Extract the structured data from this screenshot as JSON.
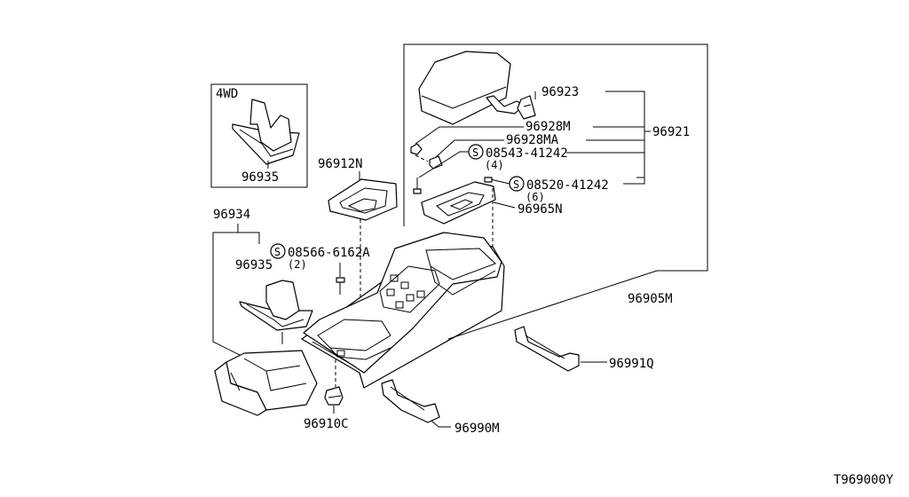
{
  "diagram": {
    "inset_label": "4WD",
    "screw_mark": "S",
    "footer_code": "T969000Y",
    "parts": {
      "p96935_4wd": "96935",
      "p96912N": "96912N",
      "p96934": "96934",
      "p08566": "08566-6162A",
      "p08566_qty": "(2)",
      "p96935": "96935",
      "p96923": "96923",
      "p96928M": "96928M",
      "p96928MA": "96928MA",
      "p96921": "96921",
      "p08543": "08543-41242",
      "p08543_qty": "(4)",
      "p08520": "08520-41242",
      "p08520_qty": "(6)",
      "p96965N": "96965N",
      "p96905M": "96905M",
      "p96991Q": "96991Q",
      "p96910C": "96910C",
      "p96990M": "96990M"
    }
  }
}
